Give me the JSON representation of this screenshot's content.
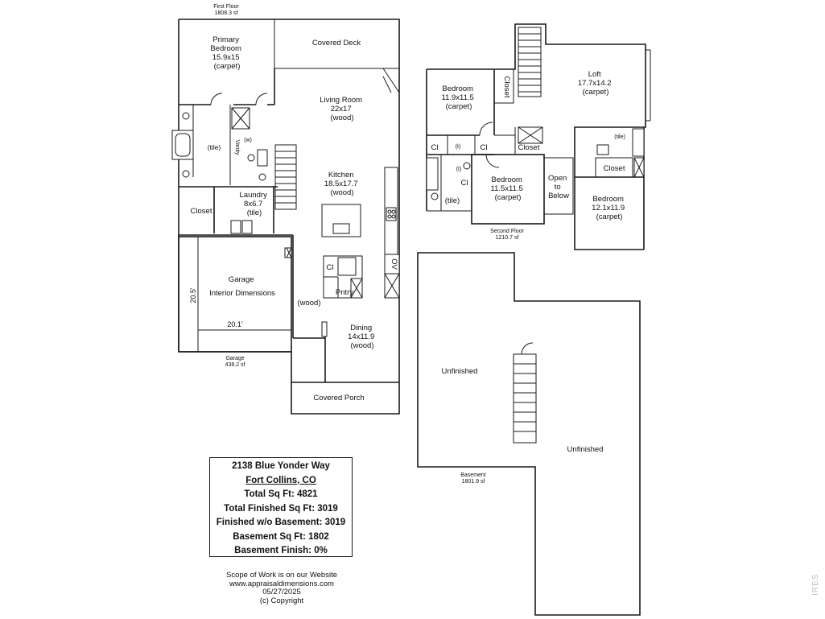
{
  "first_floor": {
    "title": "First Floor",
    "area": "1808.3 sf",
    "rooms": {
      "primary_bedroom": [
        "Primary",
        "Bedroom",
        "15.9x15",
        "(carpet)"
      ],
      "covered_deck": "Covered Deck",
      "living_room": [
        "Living Room",
        "22x17",
        "(wood)"
      ],
      "kitchen": [
        "Kitchen",
        "18.5x17.7",
        "(wood)"
      ],
      "laundry": [
        "Laundry",
        "8x6.7",
        "(tile)"
      ],
      "bath_tile": "(tile)",
      "vanity": "Vanity",
      "w": "(w)",
      "closet": "Closet",
      "garage": [
        "Garage",
        "Interior Dimensions"
      ],
      "garage_width": "20.1'",
      "garage_depth": "20.5'",
      "garage_label": "Garage",
      "garage_area": "438.2 sf",
      "hall_wood": "(wood)",
      "pantry": "Pntry",
      "cl": "Cl",
      "ov": "OV",
      "dining": [
        "Dining",
        "14x11.9",
        "(wood)"
      ],
      "covered_porch": "Covered Porch"
    }
  },
  "second_floor": {
    "title": "Second Floor",
    "area": "1210.7 sf",
    "rooms": {
      "bedroom_1": [
        "Bedroom",
        "11.9x11.5",
        "(carpet)"
      ],
      "closet_v": "Closet",
      "loft": [
        "Loft",
        "17.7x14.2",
        "(carpet)"
      ],
      "cl_1": "Cl",
      "t_1": "(t)",
      "cl_2": "Cl",
      "closet_2": "Closet",
      "t_2": "(t)",
      "cl_3": "Cl",
      "tile": "(tile)",
      "bedroom_2": [
        "Bedroom",
        "11.5x11.5",
        "(carpet)"
      ],
      "open_to_below": [
        "Open",
        "to",
        "Below"
      ],
      "tile_2": "(tile)",
      "closet_3": "Closet",
      "bedroom_3": [
        "Bedroom",
        "12.1x11.9",
        "(carpet)"
      ]
    }
  },
  "basement": {
    "title": "Basement",
    "area": "1801.9 sf",
    "unfinished_1": "Unfinished",
    "unfinished_2": "Unfinished"
  },
  "summary": {
    "address_line1": "2138 Blue Yonder Way",
    "address_line2": "Fort Collins, CO",
    "total_sq_ft": "Total Sq Ft:  4821",
    "total_finished": "Total Finished Sq Ft:  3019",
    "finished_wo_basement": "Finished w/o Basement:  3019",
    "basement_sq_ft": "Basement Sq Ft:  1802",
    "basement_finish": "Basement Finish:  0%"
  },
  "footer": {
    "line1": "Scope of Work is on our Website",
    "line2": "www.appraisaldimensions.com",
    "line3": "05/27/2025",
    "line4": "(c) Copyright"
  },
  "watermark": "IRES"
}
